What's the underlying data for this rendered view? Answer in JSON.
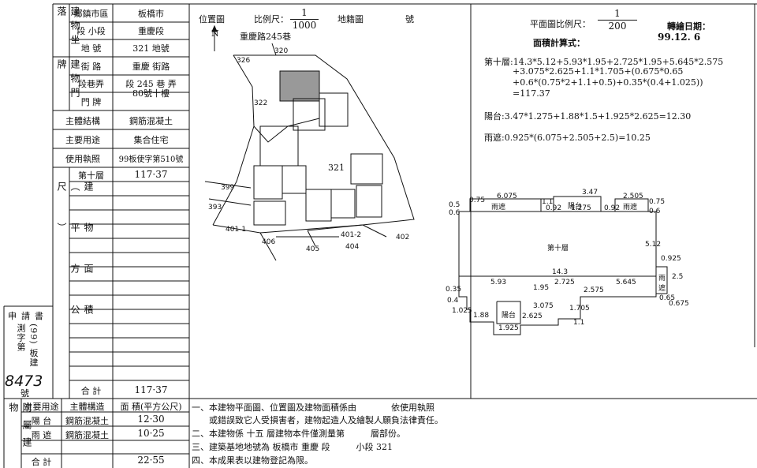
{
  "building_info": {
    "location_group": "建物坐落",
    "location_rows": [
      {
        "label": "鄉鎮市區",
        "value": "板橋市"
      },
      {
        "label": "段 小段",
        "value": "重慶段"
      },
      {
        "label": "地 號",
        "value": "321 地號"
      }
    ],
    "door_group": "建物門牌",
    "door_rows": [
      {
        "label": "街 路",
        "value": "重慶 街路"
      },
      {
        "label": "段巷弄",
        "value": "段 245 巷 弄"
      },
      {
        "label": "門 牌",
        "value": "80號十樓"
      }
    ],
    "structure_label": "主體結構",
    "structure_value": "鋼筋混凝土",
    "usage_label": "主要用途",
    "usage_value": "集合住宅",
    "license_label": "使用執照",
    "license_value": "99板使字第510號"
  },
  "area_table": {
    "group_label": "建物面積（平方公尺）",
    "floors": [
      {
        "name": "第十層",
        "value": "117·37"
      }
    ],
    "total_label": "合 計",
    "total_value": "117·37"
  },
  "application": {
    "label": "申請書",
    "number": "(99) 板建測字第",
    "handwritten_no": "8473",
    "suffix": "號"
  },
  "annex": {
    "group_label": "附屬建物",
    "headers": [
      "主要用途",
      "主體構造",
      "面 積(平方公尺)"
    ],
    "rows": [
      {
        "use": "陽 台",
        "structure": "鋼筋混凝土",
        "area": "12·30"
      },
      {
        "use": "雨 遮",
        "structure": "鋼筋混凝土",
        "area": "10·25"
      }
    ],
    "total_label": "合 計",
    "total_value": "22·55"
  },
  "location_map": {
    "title": "位置圖",
    "scale_label": "比例尺：",
    "scale_num": "1",
    "scale_den": "1000",
    "sheet_label": "地籍圖",
    "sheet_no_label": "號",
    "road_label": "重慶路245巷",
    "north": "N",
    "parcels": [
      "320",
      "326",
      "322",
      "321",
      "399",
      "393",
      "401-1",
      "406",
      "405",
      "404",
      "401-2",
      "402"
    ]
  },
  "floor_plan": {
    "scale_label": "平面圖比例尺：",
    "scale_num": "1",
    "scale_den": "200",
    "draw_date_label": "轉繪日期：",
    "draw_date_value": "99.12. 6",
    "calc_label": "面積計算式：",
    "formulas": [
      "第十層:14.3*5.12+5.93*1.95+2.725*1.95+5.645*2.575",
      "+3.075*2.625+1.1*1.705+(0.675*0.65",
      "+0.6*(0.75*2+1.1+0.5)+0.35*(0.4+1.025))",
      "=117.37",
      "陽台:3.47*1.275+1.88*1.5+1.925*2.625=12.30",
      "雨遮:0.925*(6.075+2.505+2.5)=10.25"
    ],
    "room_main": "第十層",
    "room_rain": "雨遮",
    "room_balcony": "陽台",
    "dims": [
      "0.75",
      "6.075",
      "1.1",
      "3.47",
      "2.505",
      "0.75",
      "0.5",
      "0.6",
      "0.92",
      "1.275",
      "0.92",
      "0.6",
      "5.12",
      "0.925",
      "2.5",
      "14.3",
      "5.93",
      "1.95",
      "2.725",
      "5.645",
      "2.575",
      "0.35",
      "0.4",
      "1.025",
      "1.88",
      "2.625",
      "3.075",
      "1.705",
      "1.1",
      "1.925",
      "0.65",
      "0.675"
    ]
  },
  "notes": [
    "一、本建物平面圖、位置圖及建物面積係由　　　　依使用執照",
    "　　或錯誤致它人受損害者，建物起造人及繪製人願負法律責任。",
    "二、本建物係 十五 層建物本件僅測量第　　　層部份。",
    "三、建築基地地號為 板橋市 重慶 段　　　小段 321",
    "四、本成果表以建物登記為限。"
  ]
}
